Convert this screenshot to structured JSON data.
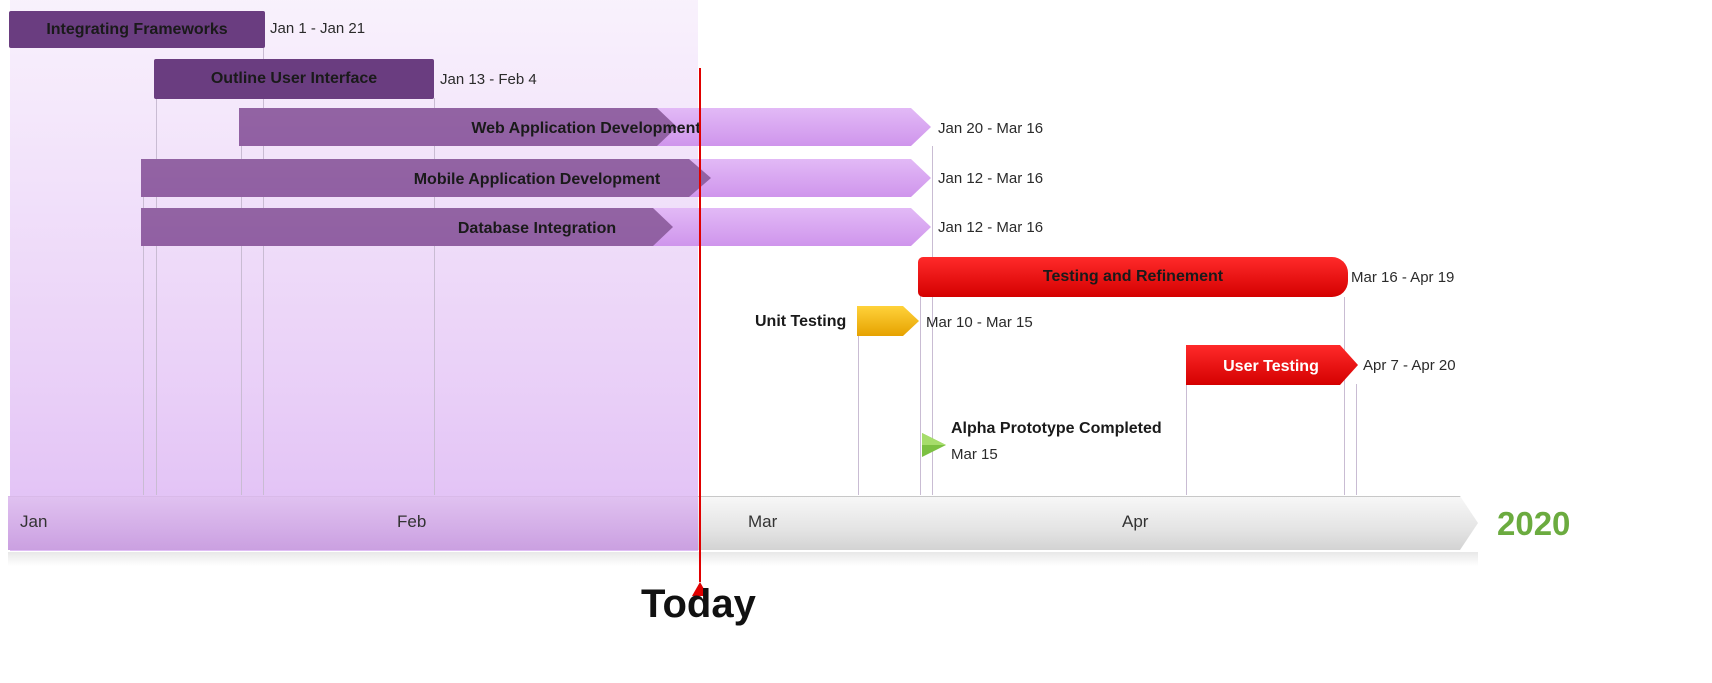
{
  "timeline": {
    "year": "2020",
    "months": [
      "Jan",
      "Feb",
      "Mar",
      "Apr"
    ],
    "today_label": "Today"
  },
  "tasks": [
    {
      "name": "Integrating Frameworks",
      "dates": "Jan 1 - Jan 21"
    },
    {
      "name": "Outline User Interface",
      "dates": "Jan 13 - Feb 4"
    },
    {
      "name": "Web Application Development",
      "dates": "Jan 20 - Mar 16"
    },
    {
      "name": "Mobile Application Development",
      "dates": "Jan 12 - Mar 16"
    },
    {
      "name": "Database Integration",
      "dates": "Jan 12 - Mar 16"
    },
    {
      "name": "Testing and Refinement",
      "dates": "Mar 16 - Apr 19"
    },
    {
      "name": "Unit Testing",
      "dates": "Mar 10 - Mar 15"
    },
    {
      "name": "User Testing",
      "dates": "Apr 7 - Apr 20"
    }
  ],
  "milestones": [
    {
      "name": "Alpha Prototype Completed",
      "date": "Mar 15"
    }
  ],
  "colors": {
    "progress_dark": "#6a3d80",
    "progress_light": "#d9a6ef",
    "testing_red": "#e60000",
    "unit_testing_gold": "#f5b800",
    "milestone_green": "#7cc142",
    "year_green": "#6bab3f",
    "today_red": "#e00000"
  }
}
